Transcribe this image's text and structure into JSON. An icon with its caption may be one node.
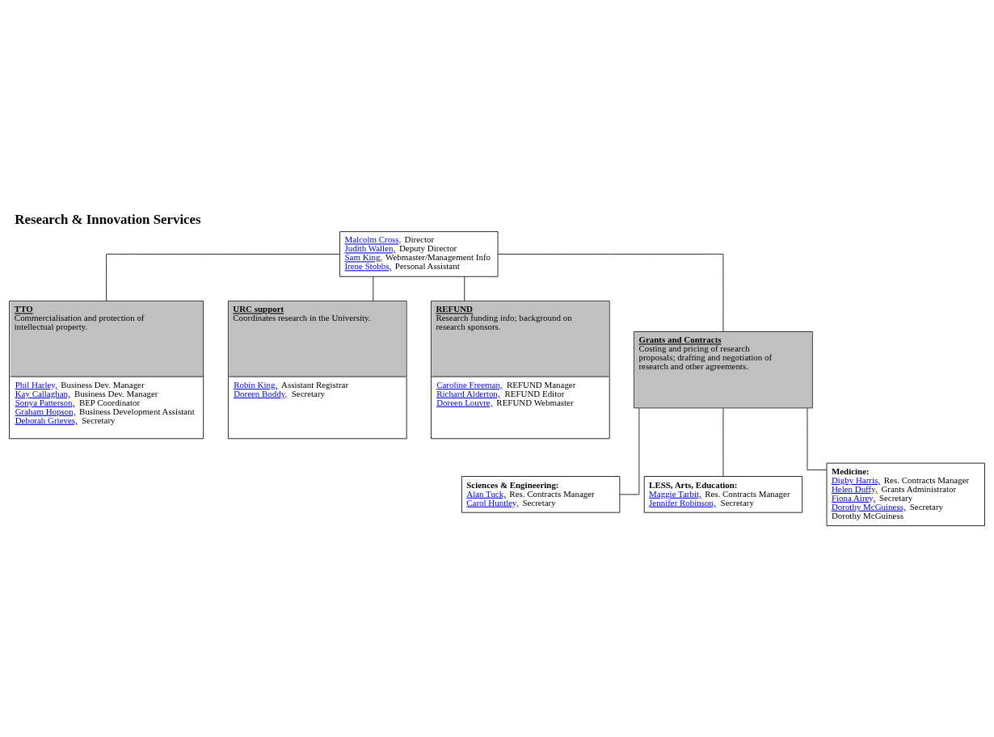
{
  "diagram": {
    "title": "Research & Innovation Services",
    "nodes": [
      {
        "text": [
          "Malcolm Cross, Director",
          "Judith Wallen, Deputy Director",
          "Sam King, Webmaster/Management Info",
          "Irene Stobbs, Personal Assistant"
        ]
      },
      {
        "text": [
          "TTO",
          "Commercialisation and protection of intellectual property.",
          "Phil Harley, Business Dev. Manager",
          "Kay Callaghan, Business Dev. Manager",
          "Sonya Patterson, BEP Coordinator",
          "Graham Hopson, Business Development Assistant",
          "Deborah Grieves, Secretary"
        ]
      },
      {
        "text": [
          "URC support",
          "Coordinates research in the University.",
          "Robin King, Assistant Registrar",
          "Doreen Boddy, Secretary"
        ]
      },
      {
        "text": [
          "REFUND",
          "Research funding info; background on research sponsors.",
          "Caroline Freeman, REFUND Manager",
          "Richard Alderton, REFUND Editor",
          "Doreen Louvre, REFUND Webmaster"
        ]
      },
      {
        "text": [
          "Grants and Contracts",
          "Costing and pricing of research proposals; drafting and negotiation of research and other agreements."
        ]
      },
      {
        "text": [
          "Sciences & Engineering:",
          "Alan Tuck, Res. Contracts Manager",
          "Carol Huntley, Secretary"
        ]
      },
      {
        "text": [
          "LESS, Arts, Education:",
          "Maggie Tarbit, Res. Contracts Manager",
          "Jennifer Robinson, Secretary"
        ]
      },
      {
        "text": [
          "Medicine:",
          "Digby Harris, Res. Contracts Manager",
          "Helen Duffy, Grants Administrator",
          "Fiona Airey, Secretary",
          "Dorothy McGuiness, Secretary",
          "Dorothy McGuiness"
        ]
      }
    ],
    "edges": [
      {
        "from": 0,
        "to": 1,
        "arrow": "none"
      },
      {
        "from": 0,
        "to": 2,
        "arrow": "none"
      },
      {
        "from": 0,
        "to": 3,
        "arrow": "none"
      },
      {
        "from": 0,
        "to": 4,
        "arrow": "none"
      },
      {
        "from": 4,
        "to": 5,
        "arrow": "none"
      },
      {
        "from": 4,
        "to": 6,
        "arrow": "none"
      },
      {
        "from": 4,
        "to": 7,
        "arrow": "none"
      }
    ]
  }
}
